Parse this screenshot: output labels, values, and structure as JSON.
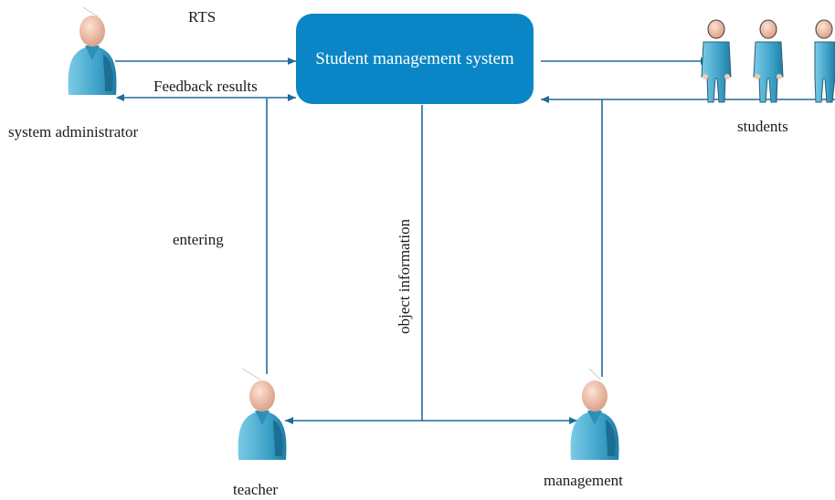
{
  "system": {
    "label": "Student management system",
    "color": "#0a86c7"
  },
  "actors": {
    "admin": {
      "label": "system administrator",
      "icon": "person-icon"
    },
    "students": {
      "label": "students",
      "icon": "standing-person-icon"
    },
    "teacher": {
      "label": "teacher",
      "icon": "person-icon"
    },
    "management": {
      "label": "management",
      "icon": "person-icon"
    }
  },
  "flows": {
    "rts": "RTS",
    "feedback": "Feedback results",
    "entering": "entering",
    "object_information": "object information"
  },
  "colors": {
    "line": "#1f6b9a",
    "person_body": "#5bb6d6",
    "person_head": "#f4c8b0"
  }
}
